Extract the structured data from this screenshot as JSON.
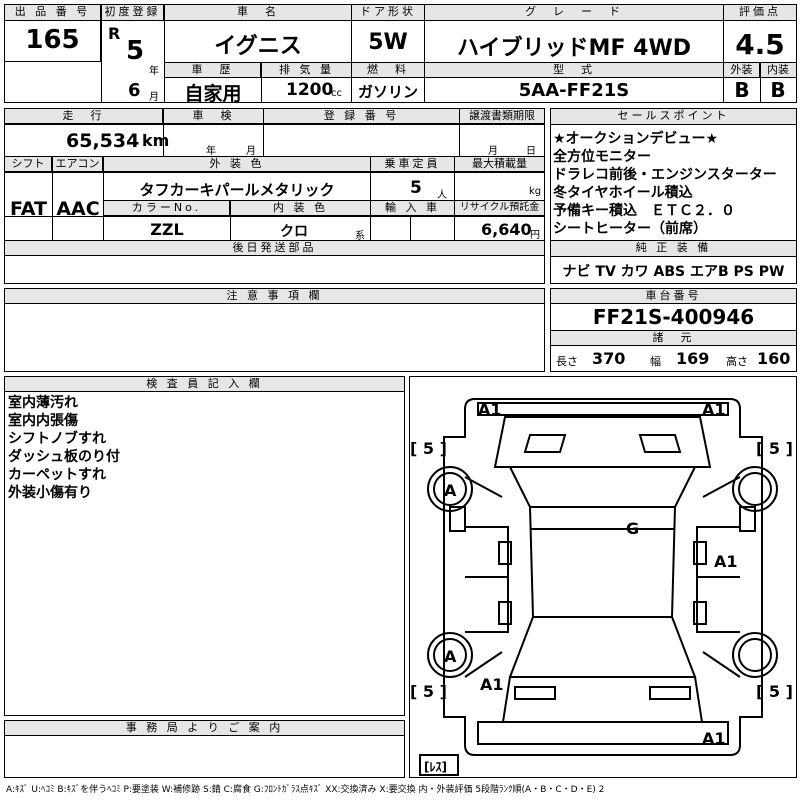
{
  "header": {
    "lot_label": "出 品 番 号",
    "lot_number": "165",
    "first_reg_label": "初度登録",
    "era_prefix": "R",
    "reg_year": "5",
    "year_unit": "年",
    "reg_month": "6",
    "month_unit": "月",
    "name_label": "車　名",
    "car_name": "イグニス",
    "door_label": "ドア形状",
    "door_value": "5W",
    "grade_label": "グ　レ　ー　ド",
    "grade_value": "ハイブリッドMF 4WD",
    "score_label": "評価点",
    "score_value": "4.5",
    "ext_label": "外装",
    "int_label": "内装",
    "ext_value": "B",
    "int_value": "B",
    "history_label": "車　歴",
    "history_value": "自家用",
    "displacement_label": "排 気 量",
    "displacement_value": "1200",
    "cc_unit": "cc",
    "fuel_label": "燃　料",
    "fuel_value": "ガソリン",
    "model_label": "型　式",
    "model_value": "5AA-FF21S"
  },
  "row2": {
    "mileage_label": "走　行",
    "mileage_value": "65,534",
    "km_unit": "km",
    "inspection_label": "車　検",
    "insp_year_unit": "年",
    "insp_month_unit": "月",
    "regnum_label": "登 録 番 号",
    "transfer_label": "譲渡書類期限",
    "transfer_month_unit": "月",
    "transfer_day_unit": "日",
    "shift_label": "シフト",
    "shift_value": "FAT",
    "ac_label": "エアコン",
    "ac_value": "AAC",
    "color_label": "外 装 色",
    "color_value": "タフカーキパールメタリック",
    "capacity_label": "乗車定員",
    "capacity_value": "5",
    "capacity_unit": "人",
    "load_label": "最大積載量",
    "load_unit": "kg",
    "colorno_label": "カラーNo.",
    "colorno_value": "ZZL",
    "interior_label": "内 装 色",
    "interior_value": "クロ",
    "interior_unit": "系",
    "import_label": "輸 入 車",
    "recycle_label": "リサイクル預託金",
    "recycle_value": "6,640",
    "recycle_unit": "円",
    "later_label": "後日発送部品"
  },
  "sales": {
    "label": "セールスポイント",
    "lines": [
      "★オークションデビュー★",
      "全方位モニター",
      "ドラレコ前後・エンジンスターター",
      "冬タイヤホイール積込",
      "予備キー積込　ＥＴＣ２．０",
      "シートヒーター（前席）"
    ],
    "equip_label": "純 正 装 備",
    "equip_value": "ナビ TV カワ ABS エアB PS PW"
  },
  "notes_label": "注 意 事 項 欄",
  "chassis": {
    "label": "車台番号",
    "value": "FF21S-400946",
    "dims_label": "諸　元",
    "length_label": "長さ",
    "length_value": "370",
    "width_label": "幅",
    "width_value": "169",
    "height_label": "高さ",
    "height_value": "160"
  },
  "inspector": {
    "label": "検 査 員 記 入 欄",
    "lines": [
      "室内薄汚れ",
      "室内内張傷",
      "シフトノブすれ",
      "ダッシュ板のり付",
      "カーペットすれ",
      "外装小傷有り"
    ]
  },
  "office_label": "事 務 局 よ り ご 案 内",
  "diagram": {
    "marks": {
      "front_left": "A1",
      "front_right": "A1",
      "tire_fl": "A",
      "tire_rl": "A",
      "roof": "G",
      "right_side": "A1",
      "rear_left": "A1",
      "rear_bottom": "A1",
      "tread_fl": "[ 5 ]",
      "tread_fr": "[ 5 ]",
      "tread_rl": "[ 5 ]",
      "tread_rr": "[ 5 ]",
      "spare": "[ﾚｽ]"
    }
  },
  "legend": "A:ｷｽﾞ U:ﾍｺﾐ B:ｷｽﾞを伴うﾍｺﾐ P:要塗装 W:補修跡 S:錆 C:腐食 G:ﾌﾛﾝﾄｶﾞﾗｽ点ｷｽﾞ XX:交換済み X:要交換 内・外装評価 5段階ﾗﾝｸ順(A・B・C・D・E) 2"
}
